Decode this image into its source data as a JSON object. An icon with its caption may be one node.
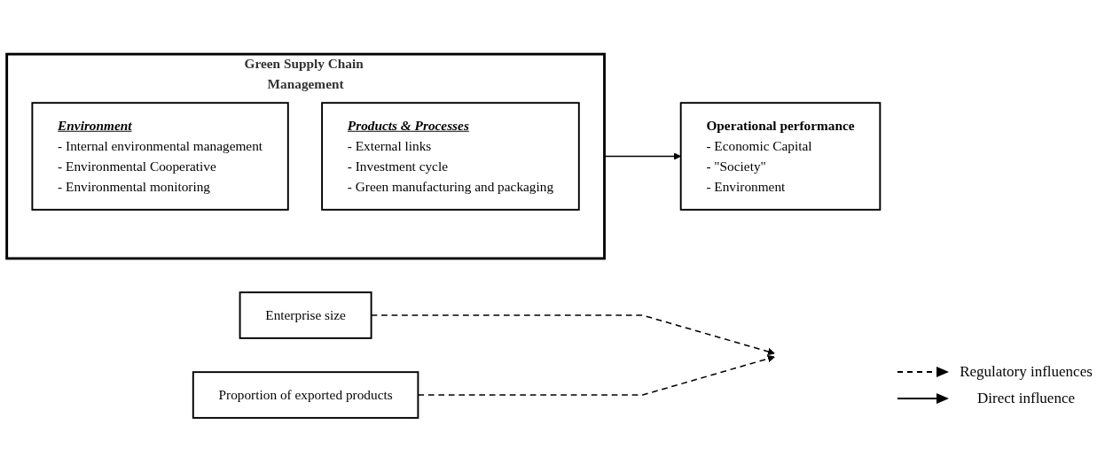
{
  "diagram": {
    "nodes": [
      {
        "text": [
          "Green Supply Chain Management"
        ]
      },
      {
        "text": [
          "Environment",
          "- Internal environmental management",
          "- Environmental Cooperative",
          "- Environmental monitoring"
        ],
        "in": 0
      },
      {
        "text": [
          "Products & Processes",
          "- External links",
          "- Investment cycle",
          "- Green manufacturing and packaging"
        ],
        "in": 0
      },
      {
        "text": [
          "Enterprise size"
        ]
      },
      {
        "text": [
          "Operational performance",
          "- Economic Capital",
          "- \"Society\"",
          "- Environment"
        ]
      },
      {
        "text": [
          "Proportion of exported products"
        ]
      }
    ],
    "edges": [
      {
        "from": 0,
        "to": 4,
        "arrow": "to"
      },
      {
        "from": 3,
        "to": null,
        "arrow": "to",
        "style": "dashed"
      },
      {
        "from": 5,
        "to": null,
        "arrow": "to",
        "style": "dashed"
      }
    ],
    "legend": [
      {
        "text": "Regulatory influences"
      },
      {
        "text": "Direct influence"
      }
    ]
  }
}
